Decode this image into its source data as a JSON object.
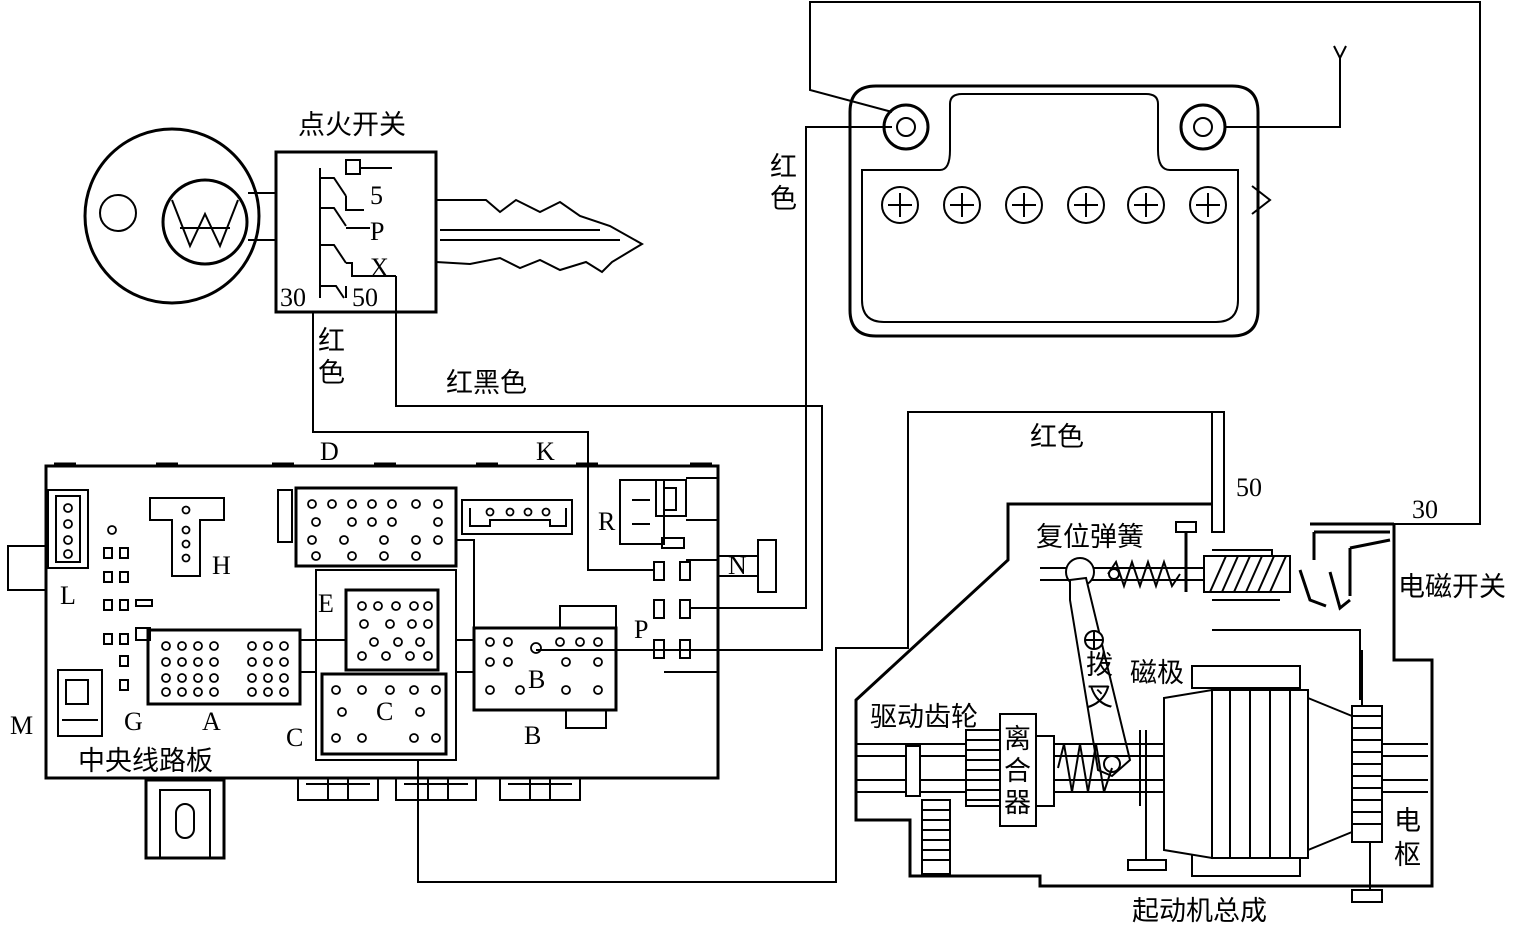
{
  "ignition_switch": {
    "title": "点火开关",
    "terminals": [
      "5",
      "P",
      "X"
    ],
    "terminal_30": "30",
    "terminal_50": "50"
  },
  "wire_colors": {
    "red_v1": "红",
    "red_v2": "色",
    "red_black": "红黑色",
    "red_batt_1": "红",
    "red_batt_2": "色",
    "red_starter": "红色"
  },
  "central_board": {
    "title": "中央线路板",
    "connectors": {
      "D": "D",
      "K": "K",
      "R": "R",
      "N": "N",
      "E": "E",
      "P": "P",
      "H": "H",
      "L": "L",
      "M": "M",
      "G": "G",
      "A": "A",
      "C_top": "C",
      "C_bottom": "C",
      "B_inner": "B",
      "B_bottom": "B"
    }
  },
  "starter": {
    "title": "起动机总成",
    "terminal_50": "50",
    "terminal_30": "30",
    "solenoid_switch": "电磁开关",
    "return_spring": "复位弹簧",
    "pole": "磁极",
    "fork_1": "拨",
    "fork_2": "叉",
    "drive_gear": "驱动齿轮",
    "clutch_1": "离",
    "clutch_2": "合",
    "clutch_3": "器",
    "armature_1": "电",
    "armature_2": "枢"
  }
}
